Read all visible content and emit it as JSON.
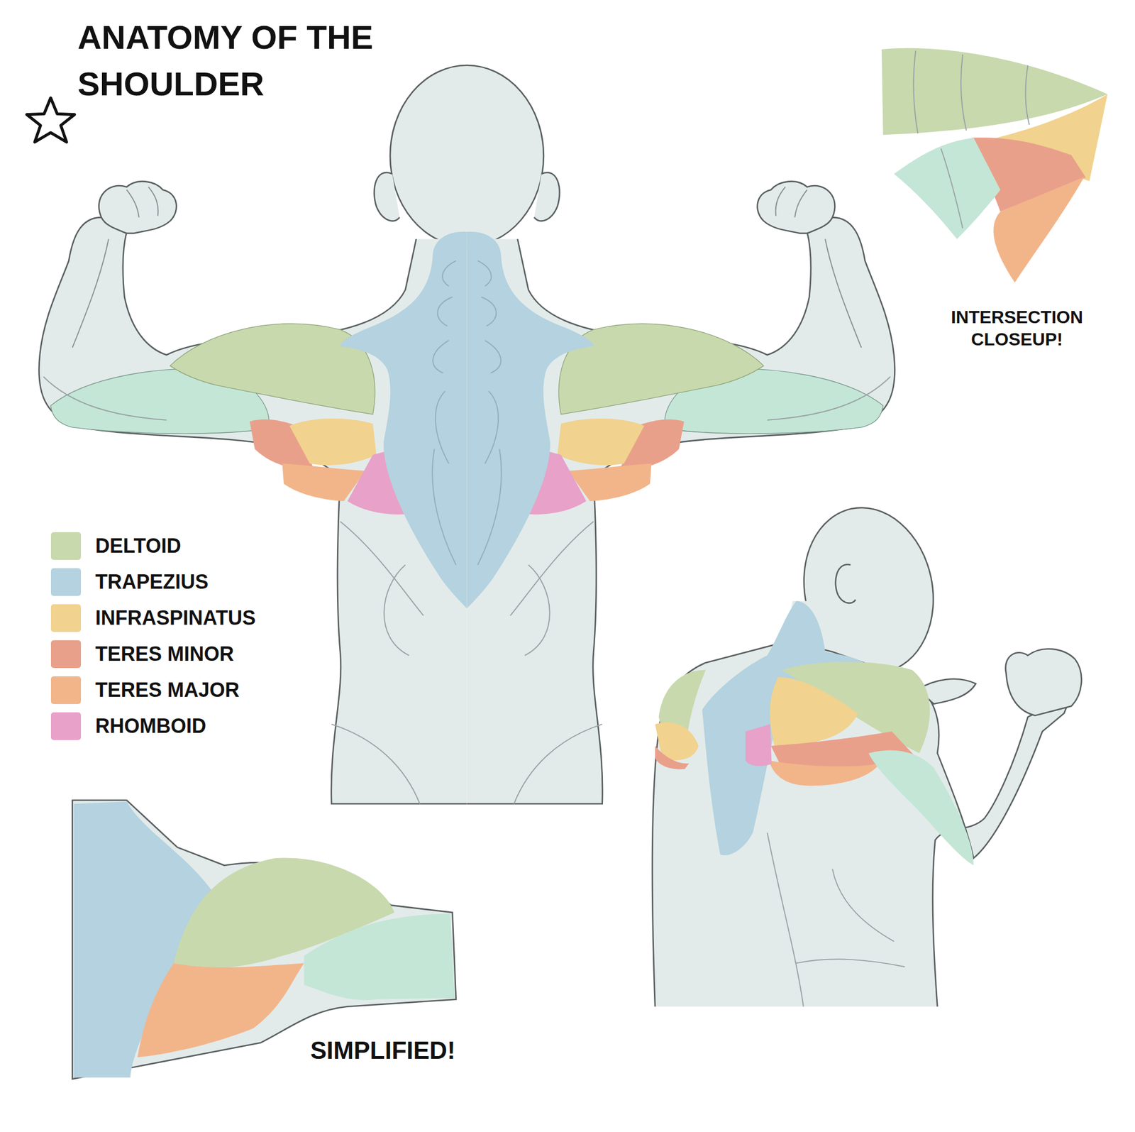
{
  "diagram": {
    "title": "ANATOMY OF THE SHOULDER",
    "labels": [
      "INTERSECTION CLOSEUP!",
      "SIMPLIFIED!"
    ],
    "legend": [
      {
        "text": "DELTOID",
        "color": "#c8d9ae"
      },
      {
        "text": "TRAPEZIUS",
        "color": "#b4d2df"
      },
      {
        "text": "INFRASPINATUS",
        "color": "#f1d28e"
      },
      {
        "text": "TERES MINOR",
        "color": "#e9a08a"
      },
      {
        "text": "TERES MAJOR",
        "color": "#f2b58a"
      },
      {
        "text": "RHOMBOID",
        "color": "#e8a1c8"
      }
    ]
  }
}
